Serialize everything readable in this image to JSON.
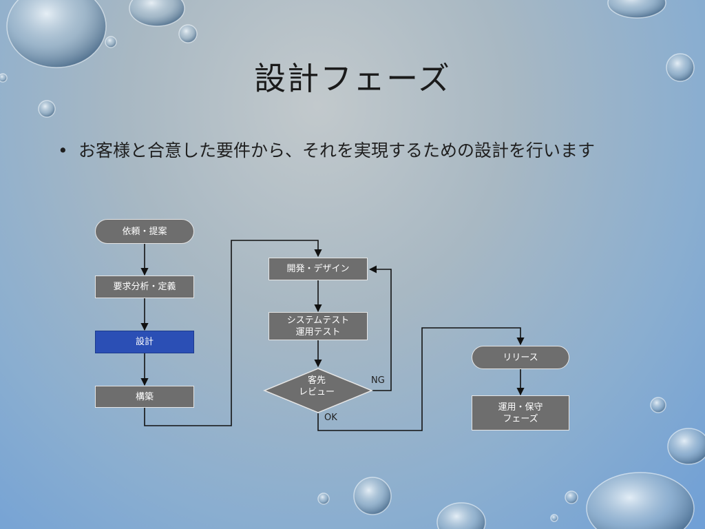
{
  "slide": {
    "title": "設計フェーズ",
    "bullet_marker": "•",
    "bullet_text": "お客様と合意した要件から、それを実現するための設計を行います"
  },
  "flowchart": {
    "nodes": {
      "request": "依頼・提案",
      "requirements": "要求分析・定義",
      "design": "設計",
      "build": "構築",
      "development": "開発・デザイン",
      "system_test_1": "システムテスト",
      "system_test_2": "運用テスト",
      "review_1": "客先",
      "review_2": "レビュー",
      "release": "リリース",
      "operations_1": "運用・保守",
      "operations_2": "フェーズ"
    },
    "edge_labels": {
      "ng": "NG",
      "ok": "OK"
    },
    "colors": {
      "node_fill": "#6e6e6e",
      "highlight_fill": "#2b4fb5",
      "connector": "#111111"
    }
  }
}
